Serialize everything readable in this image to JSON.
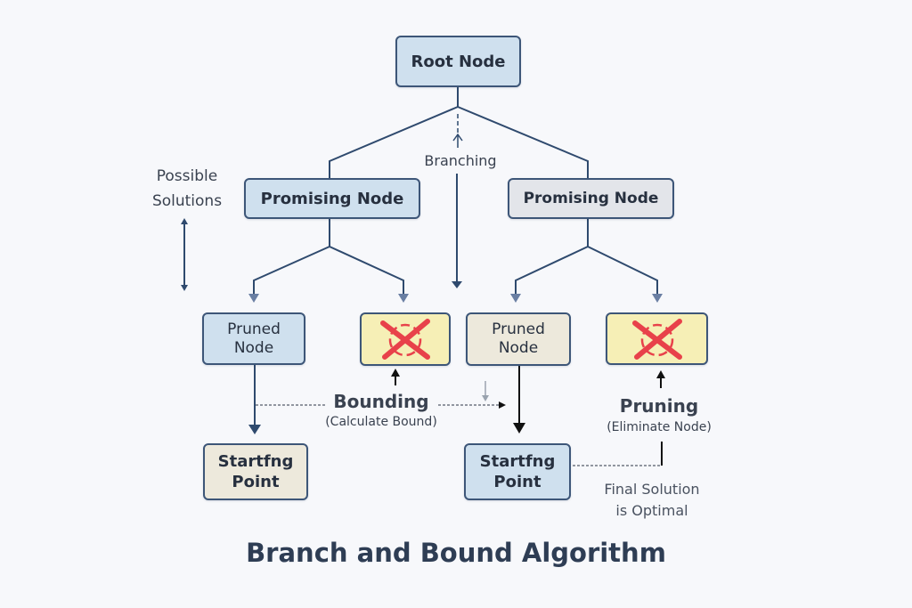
{
  "title": "Branch and Bound Algorithm",
  "nodes": {
    "root": "Root Node",
    "promising_left": "Promising Node",
    "promising_right": "Promising Node",
    "pruned_left": "Pruned\nNode",
    "pruned_left_line1": "Pruned",
    "pruned_left_line2": "Node",
    "pruned_right_line1": "Pruned",
    "pruned_right_line2": "Node",
    "eliminated_left_icon": "cross-out-icon",
    "eliminated_right_icon": "cross-out-icon",
    "start_left_line1": "Startfng",
    "start_left_line2": "Point",
    "start_right_line1": "Startfng",
    "start_right_line2": "Point"
  },
  "labels": {
    "possible_line1": "Possible",
    "possible_line2": "Solutions",
    "branching": "Branching",
    "bounding": "Bounding",
    "bounding_sub": "(Calculate Bound)",
    "pruning": "Pruning",
    "pruning_sub": "(Eliminate Node)",
    "final_line1": "Final Solution",
    "final_line2": "is Optimal"
  },
  "colors": {
    "line": "#2f4a6e",
    "arrow_light": "#6a7fa3",
    "cross": "#e8414a",
    "node_blue": "#cfe0ee",
    "node_gray": "#e3e5ea",
    "node_beige": "#ede9dc",
    "node_yellow": "#f6efb6"
  }
}
